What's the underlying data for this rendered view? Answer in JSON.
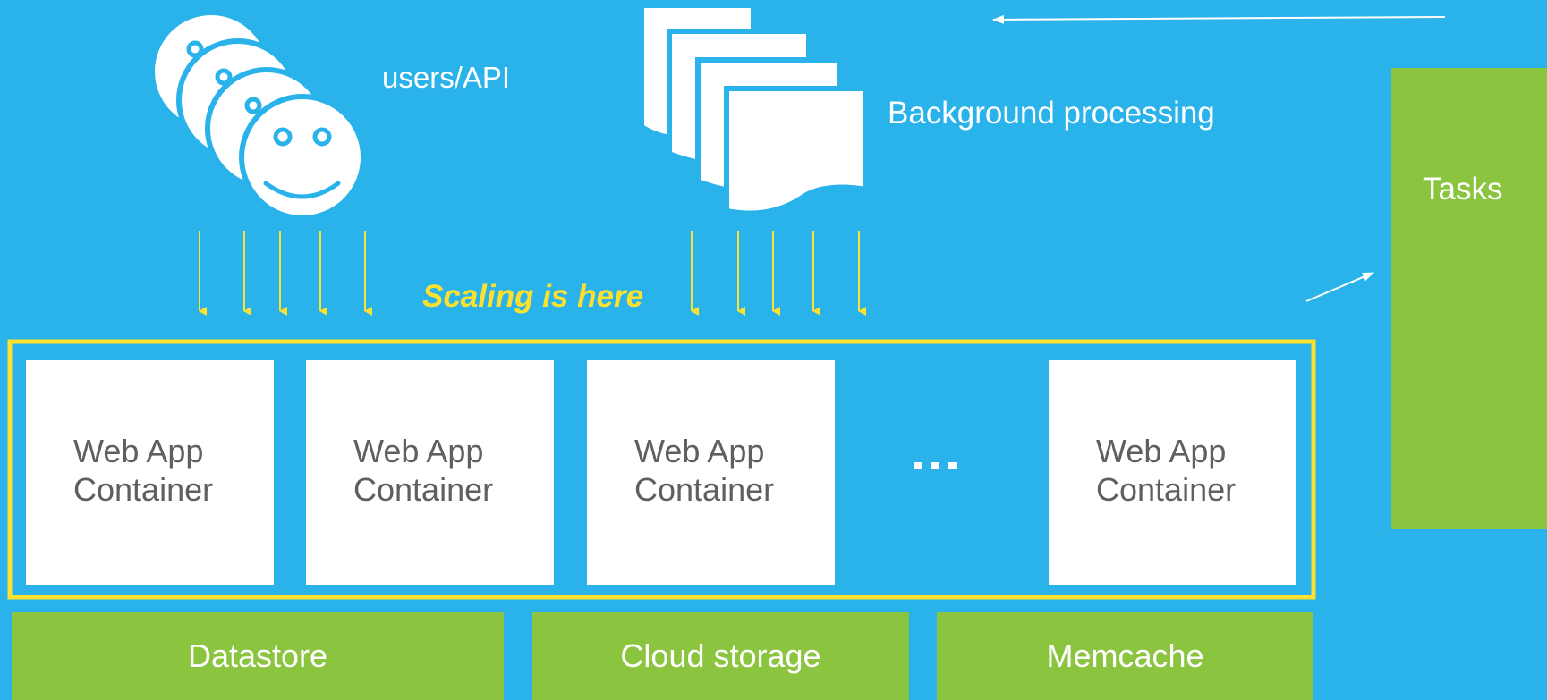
{
  "users_label": "users/API",
  "background_label": "Background processing",
  "scaling_label": "Scaling is here",
  "tasks_label": "Tasks",
  "containers": [
    {
      "line1": "Web App",
      "line2": "Container"
    },
    {
      "line1": "Web App",
      "line2": "Container"
    },
    {
      "line1": "Web App",
      "line2": "Container"
    },
    {
      "line1": "Web App",
      "line2": "Container"
    }
  ],
  "ellipsis": "...",
  "services": [
    "Datastore",
    "Cloud storage",
    "Memcache"
  ],
  "colors": {
    "background": "#29b3ea",
    "service_green": "#8bc540",
    "highlight_yellow": "#fde12e",
    "container_white": "#ffffff",
    "container_text": "#5f5f5f"
  }
}
